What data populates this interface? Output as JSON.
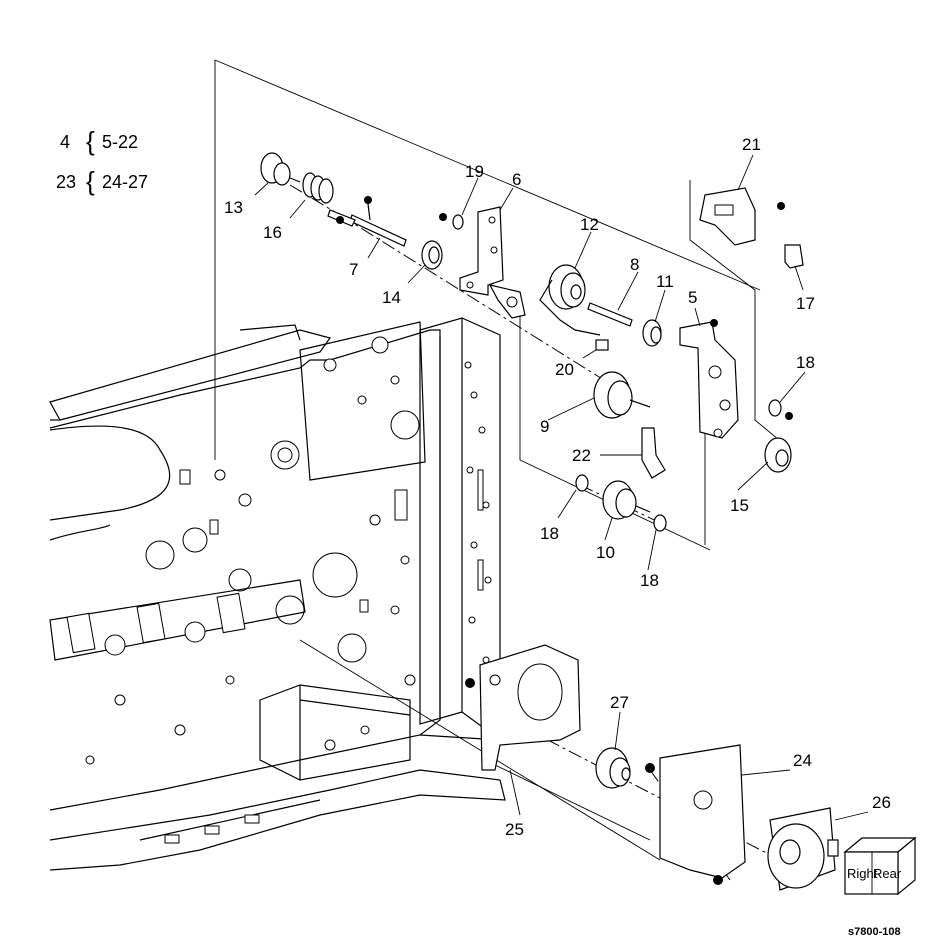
{
  "legend": [
    {
      "assembly": "4",
      "range": "5-22"
    },
    {
      "assembly": "23",
      "range": "24-27"
    }
  ],
  "callouts": [
    "13",
    "16",
    "7",
    "14",
    "19",
    "6",
    "12",
    "8",
    "11",
    "5",
    "21",
    "17",
    "18",
    "20",
    "9",
    "22",
    "15",
    "18",
    "10",
    "18",
    "27",
    "24",
    "26",
    "25"
  ],
  "orientation_cube": {
    "left": "Right",
    "right": "Rear"
  },
  "figure_code": "s7800-108"
}
